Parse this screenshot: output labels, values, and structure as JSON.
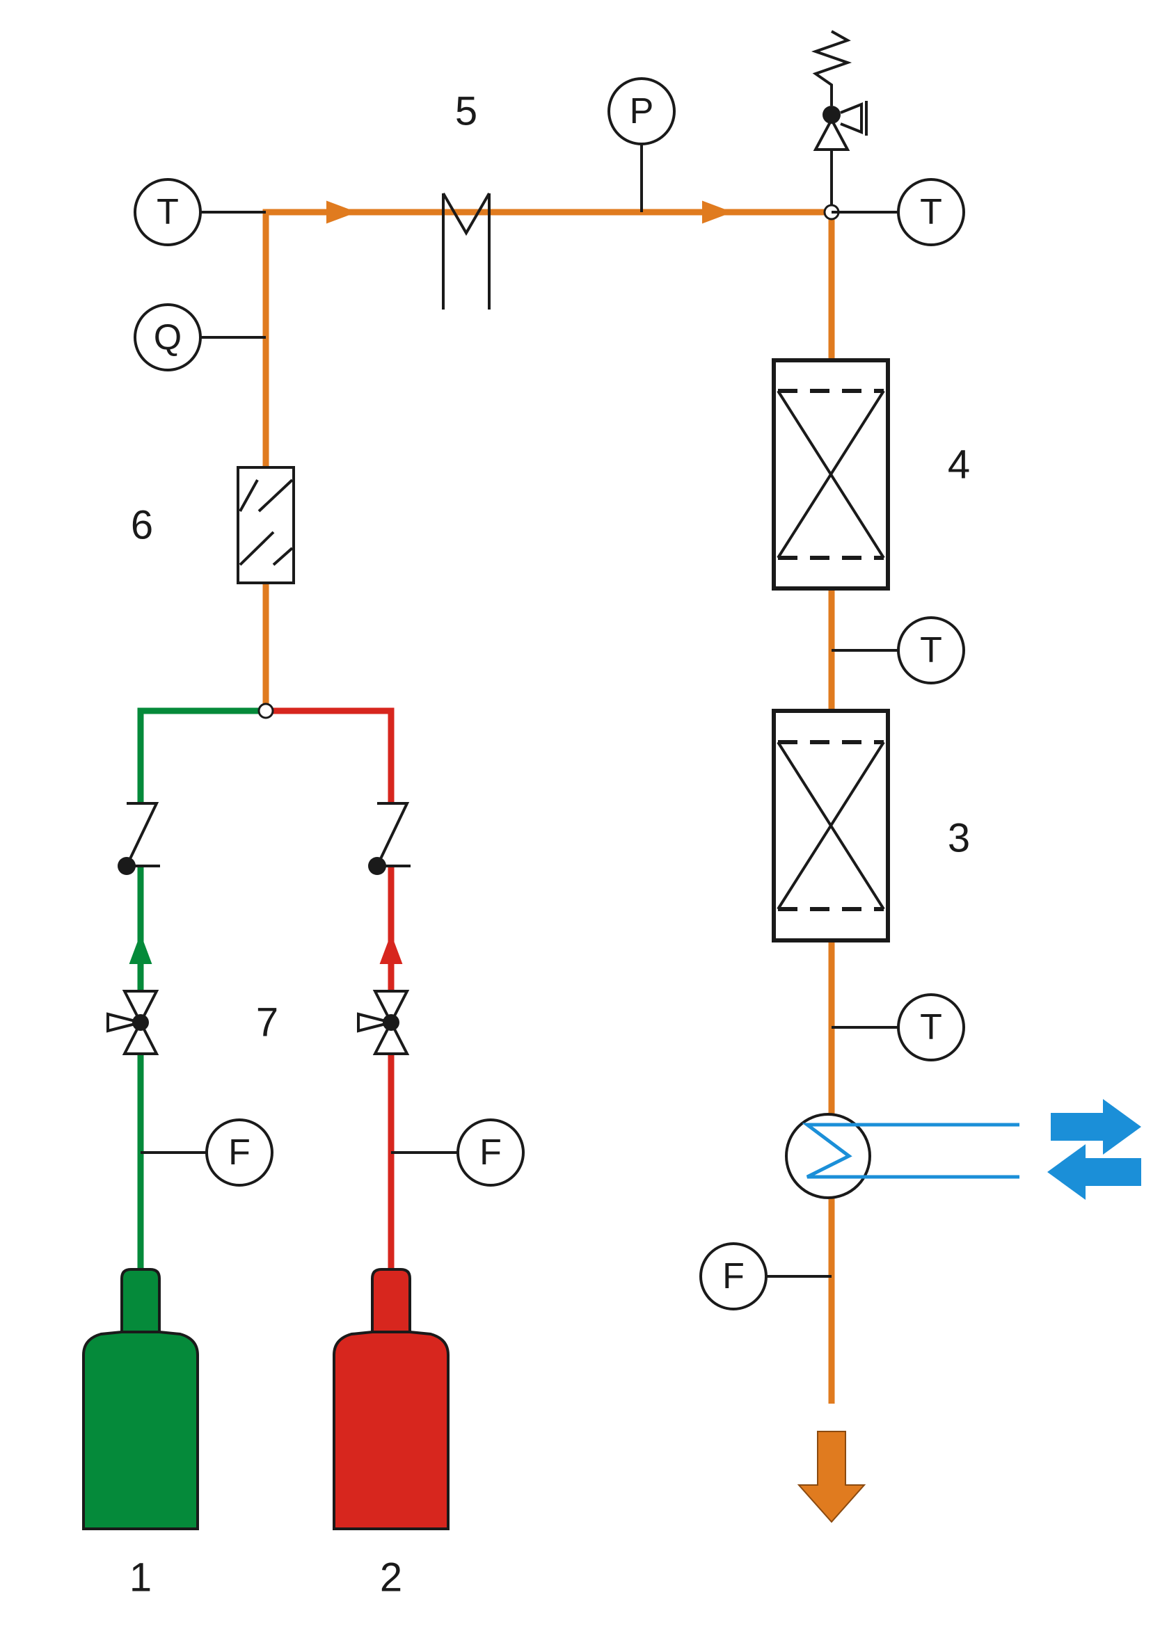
{
  "colors": {
    "process_line": "#e07b1f",
    "gas_1": "#058a3a",
    "gas_2": "#d7261e",
    "coolant": "#1b8fd8",
    "outline": "#1a1a1a"
  },
  "instruments": {
    "temp_inlet": "T",
    "analyzer": "Q",
    "pressure": "P",
    "temp_outlet_top": "T",
    "temp_between_reactors": "T",
    "temp_below_reactor_3": "T",
    "flow_gas_1": "F",
    "flow_gas_2": "F",
    "flow_outlet": "F"
  },
  "labels": {
    "cylinder_1": "1",
    "cylinder_2": "2",
    "reactor_3": "3",
    "reactor_4": "4",
    "heater_5": "5",
    "mixer_6": "6",
    "valves_7": "7"
  }
}
